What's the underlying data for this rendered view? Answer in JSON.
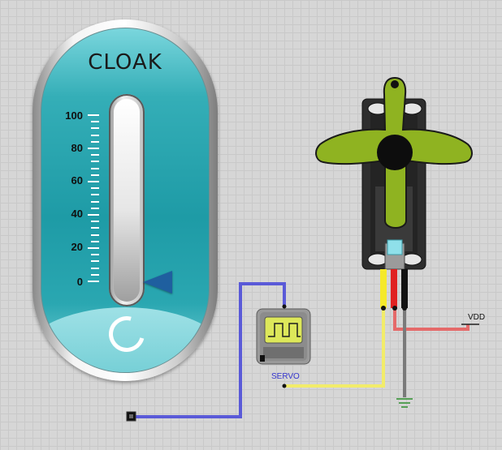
{
  "gauge": {
    "title": "CLOAK",
    "scale_labels": [
      "100",
      "80",
      "60",
      "40",
      "20",
      "0"
    ],
    "scale_min": 0,
    "scale_max": 100,
    "value": 0
  },
  "circuit": {
    "servo_label": "SERVO",
    "vdd_label": "VDD"
  },
  "colors": {
    "wire_signal": "#5a5ad8",
    "wire_yellow": "#f2ec6a",
    "wire_red": "#e56a6a",
    "wire_gray": "#7a7a7a",
    "servo_arm": "#8fb321",
    "accent_label": "#3333cc"
  }
}
